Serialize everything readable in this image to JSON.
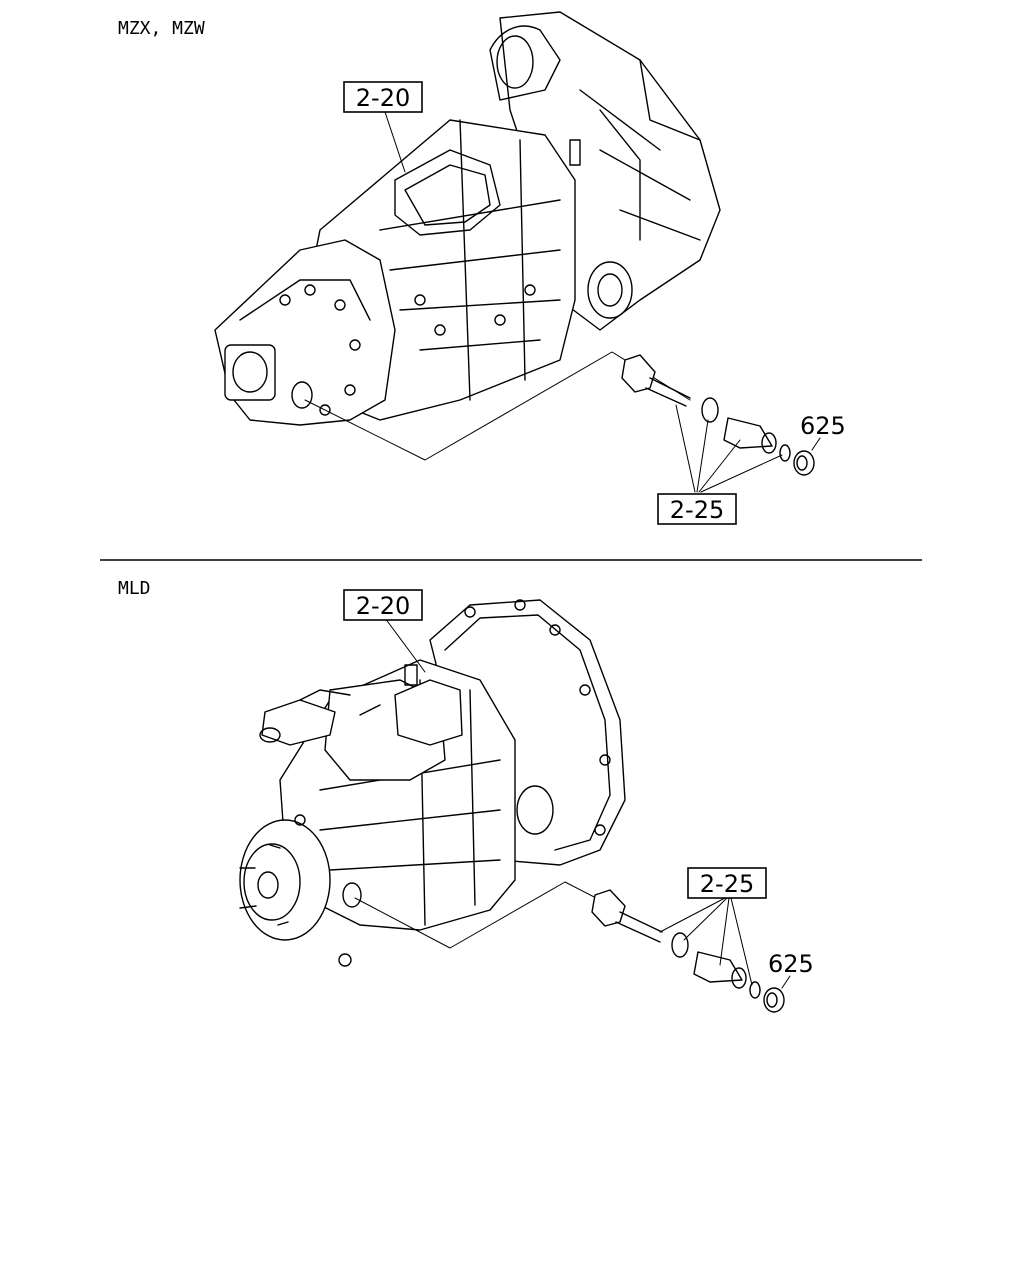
{
  "sections": [
    {
      "model_label": "MZX, MZW",
      "callouts": {
        "housing_ref": "2-20",
        "speedo_ref": "2-25",
        "part_no": "625"
      }
    },
    {
      "model_label": "MLD",
      "callouts": {
        "housing_ref": "2-20",
        "speedo_ref": "2-25",
        "part_no": "625"
      }
    }
  ]
}
